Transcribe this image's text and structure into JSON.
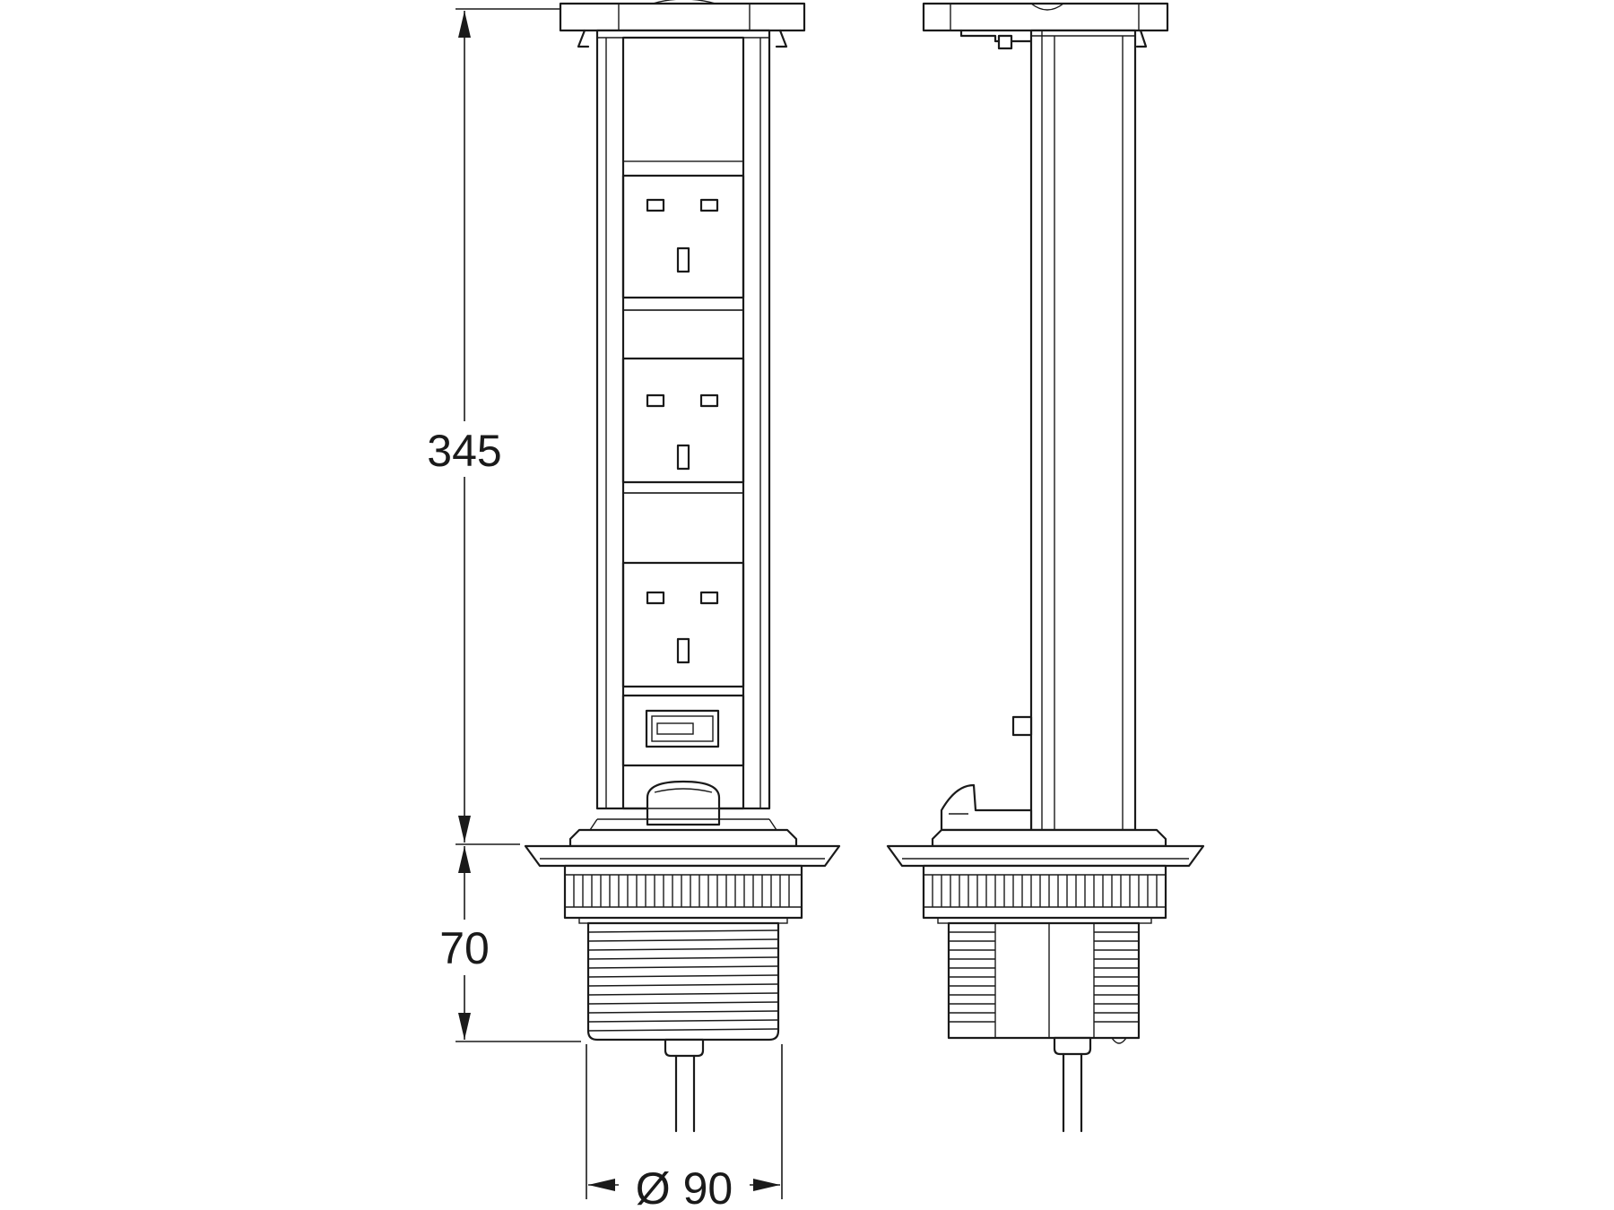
{
  "dimensions": {
    "height_total": "345",
    "height_below": "70",
    "diameter": "Ø 90"
  },
  "colors": {
    "line": "#1a1a1a",
    "background": "#ffffff"
  }
}
